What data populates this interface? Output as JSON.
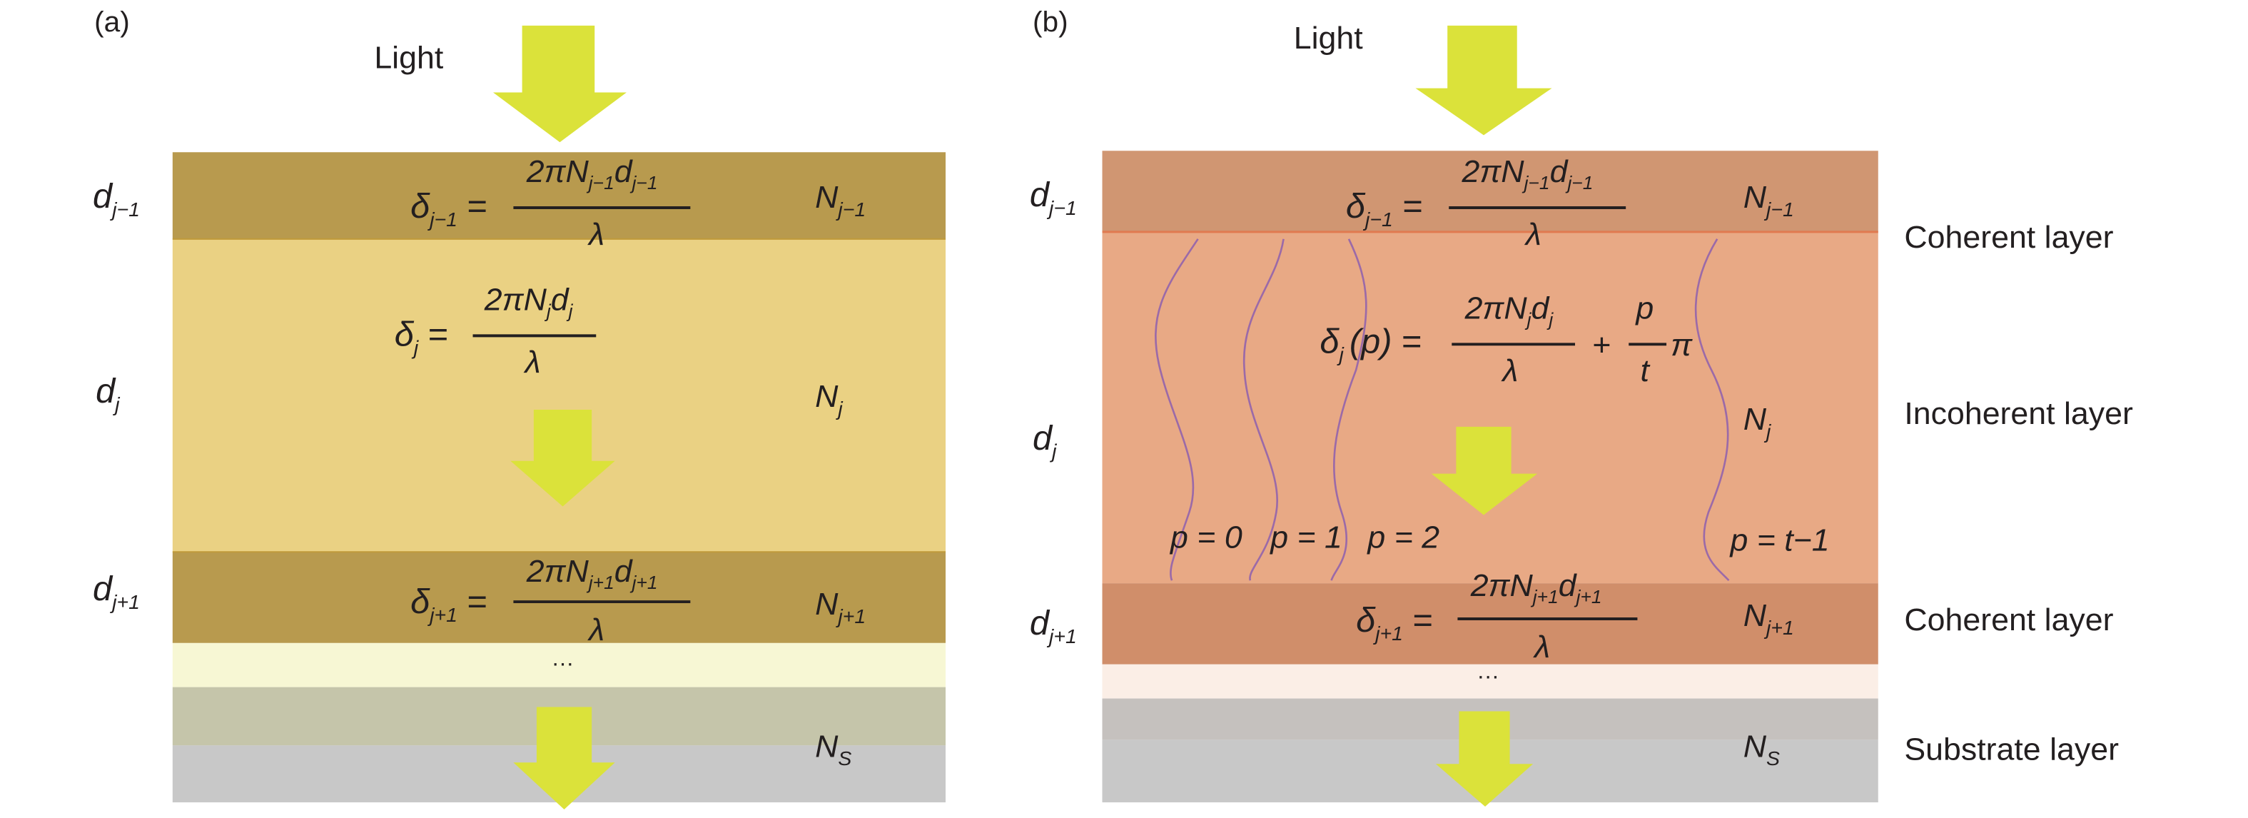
{
  "panel_a": {
    "tag": "(a)",
    "light_label": "Light",
    "layers": [
      {
        "name": "layer-j-minus-1",
        "thickness_label": {
          "base": "d",
          "sub": "j−1"
        },
        "index_label": {
          "base": "N",
          "sub": "j−1"
        },
        "color": "#b89a4e",
        "formula": {
          "lhs_base": "δ",
          "lhs_sub": "j−1",
          "num": "2πN",
          "num_sub1": "j−1",
          "num_d": "d",
          "num_sub2": "j−1",
          "den": "λ"
        }
      },
      {
        "name": "layer-j",
        "thickness_label": {
          "base": "d",
          "sub": "j"
        },
        "index_label": {
          "base": "N",
          "sub": "j"
        },
        "color": "#ead183",
        "formula": {
          "lhs_base": "δ",
          "lhs_sub": "j",
          "num": "2πN",
          "num_sub1": "j",
          "num_d": "d",
          "num_sub2": "j",
          "den": "λ"
        }
      },
      {
        "name": "layer-j-plus-1",
        "thickness_label": {
          "base": "d",
          "sub": "j+1"
        },
        "index_label": {
          "base": "N",
          "sub": "j+1"
        },
        "color": "#b89a4e",
        "formula": {
          "lhs_base": "δ",
          "lhs_sub": "j+1",
          "num": "2πN",
          "num_sub1": "j+1",
          "num_d": "d",
          "num_sub2": "j+1",
          "den": "λ"
        }
      }
    ],
    "ellipsis": "…",
    "ellipsis_color": "#f7f7d4",
    "substrate": {
      "index_label": {
        "base": "N",
        "sub": "S"
      },
      "color_top": "#c5c5aa",
      "color_bottom": "#c8c8c8"
    }
  },
  "panel_b": {
    "tag": "(b)",
    "light_label": "Light",
    "layers": [
      {
        "name": "layer-j-minus-1",
        "thickness_label": {
          "base": "d",
          "sub": "j−1"
        },
        "index_label": {
          "base": "N",
          "sub": "j−1"
        },
        "color": "#d09672",
        "type_label": "Coherent layer",
        "formula": {
          "lhs_base": "δ",
          "lhs_sub": "j−1",
          "num": "2πN",
          "num_sub1": "j−1",
          "num_d": "d",
          "num_sub2": "j−1",
          "den": "λ"
        }
      },
      {
        "name": "layer-j",
        "thickness_label": {
          "base": "d",
          "sub": "j"
        },
        "index_label": {
          "base": "N",
          "sub": "j"
        },
        "color": "#e8a985",
        "type_label": "Incoherent layer",
        "formula": {
          "lhs_base": "δ",
          "lhs_sub": "j",
          "lhs_arg": "(p)",
          "num": "2πN",
          "num_sub1": "j",
          "num_d": "d",
          "num_sub2": "j",
          "den": "λ",
          "plus": "+",
          "frac2_num": "p",
          "frac2_den": "t",
          "frac2_tail": "π"
        },
        "paths": [
          {
            "label": "p = 0"
          },
          {
            "label": "p = 1"
          },
          {
            "label": "p = 2"
          },
          {
            "label": "p = t−1"
          }
        ]
      },
      {
        "name": "layer-j-plus-1",
        "thickness_label": {
          "base": "d",
          "sub": "j+1"
        },
        "index_label": {
          "base": "N",
          "sub": "j+1"
        },
        "color": "#d08e6a",
        "type_label": "Coherent layer",
        "formula": {
          "lhs_base": "δ",
          "lhs_sub": "j+1",
          "num": "2πN",
          "num_sub1": "j+1",
          "num_d": "d",
          "num_sub2": "j+1",
          "den": "λ"
        }
      }
    ],
    "ellipsis": "…",
    "ellipsis_color": "#fbeee6",
    "substrate": {
      "index_label": {
        "base": "N",
        "sub": "S"
      },
      "color_top": "#c5c1be",
      "color_bottom": "#c8c8c8",
      "type_label": "Substrate layer"
    }
  },
  "colors": {
    "arrow": "#dbe23a",
    "wave": "#9b6aa8",
    "text": "#231f20"
  }
}
